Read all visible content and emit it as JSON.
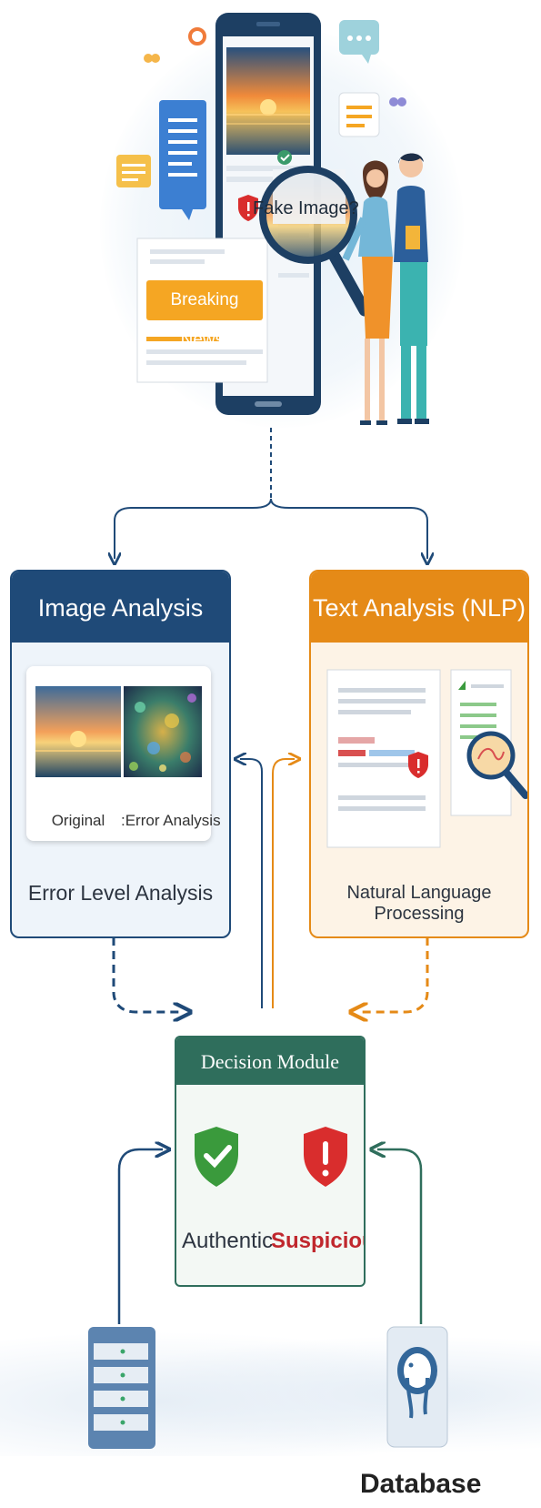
{
  "hero": {
    "alert_text": "Fake Image?",
    "banner_text": "Breaking News!"
  },
  "image_box": {
    "title": "Image Analysis (ELA)",
    "label_original": "Original",
    "label_error": ":Error Analysis",
    "caption": "Error Level Analysis"
  },
  "text_box": {
    "title": "Text Analysis (NLP)",
    "caption": "Natural Language Processing"
  },
  "decision": {
    "title": "Decision Module",
    "authentic_label": "Authentic",
    "suspicious_label": "Suspicious"
  },
  "database": {
    "label": "Database"
  },
  "colors": {
    "image_blue": "#1f4a78",
    "text_orange": "#e58a17",
    "decision_green": "#2f6e5c",
    "authentic_green": "#3a9a3c",
    "suspicious_red": "#d92d2d",
    "suspicious_text": "#c0272d",
    "banner_orange": "#f5a623"
  }
}
